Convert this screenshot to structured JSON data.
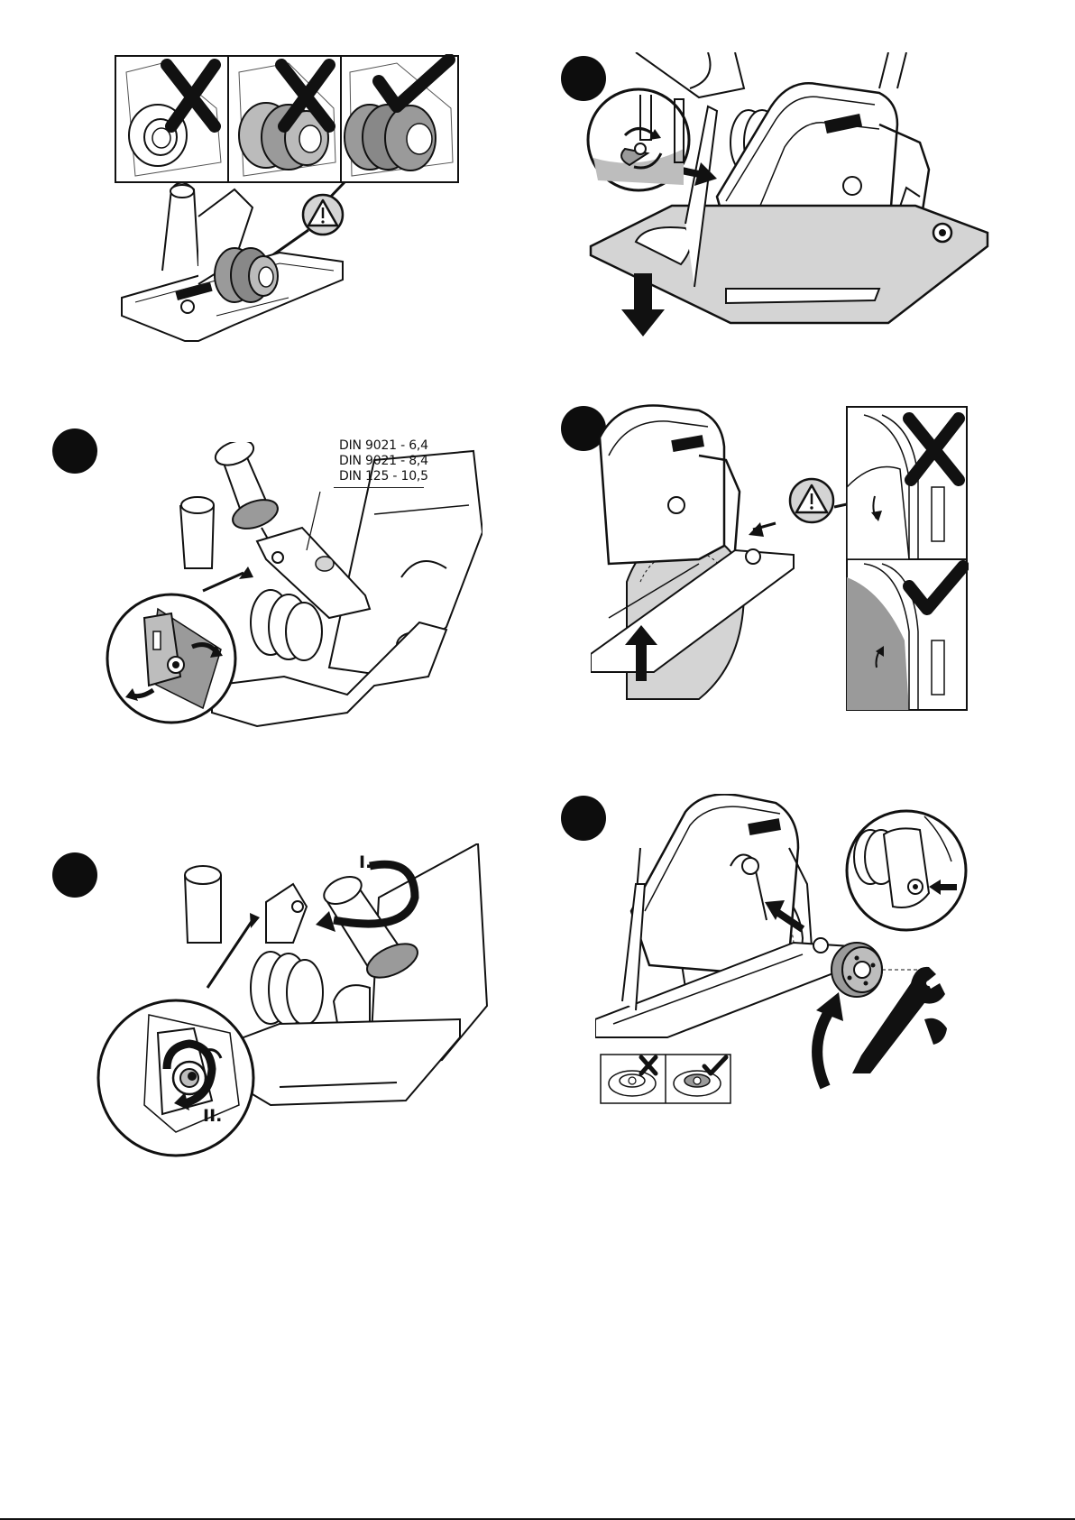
{
  "page": {
    "description_free": true
  },
  "icons": {
    "wrong": "cross-mark-icon",
    "right": "check-mark-icon",
    "warning": "warning-triangle-icon",
    "brand": "brand-logo-icon"
  },
  "fig_specs": {
    "lines": [
      "DIN 9021 - 6,4",
      "DIN 9021 - 8,4",
      "DIN 125 - 10,5"
    ]
  },
  "fig_handle": {
    "step_one": "I.",
    "step_two": "II."
  },
  "colors": {
    "ink": "#111111",
    "shade": "#9a9a9a",
    "light": "#d4d4d4",
    "paper": "#ffffff"
  }
}
